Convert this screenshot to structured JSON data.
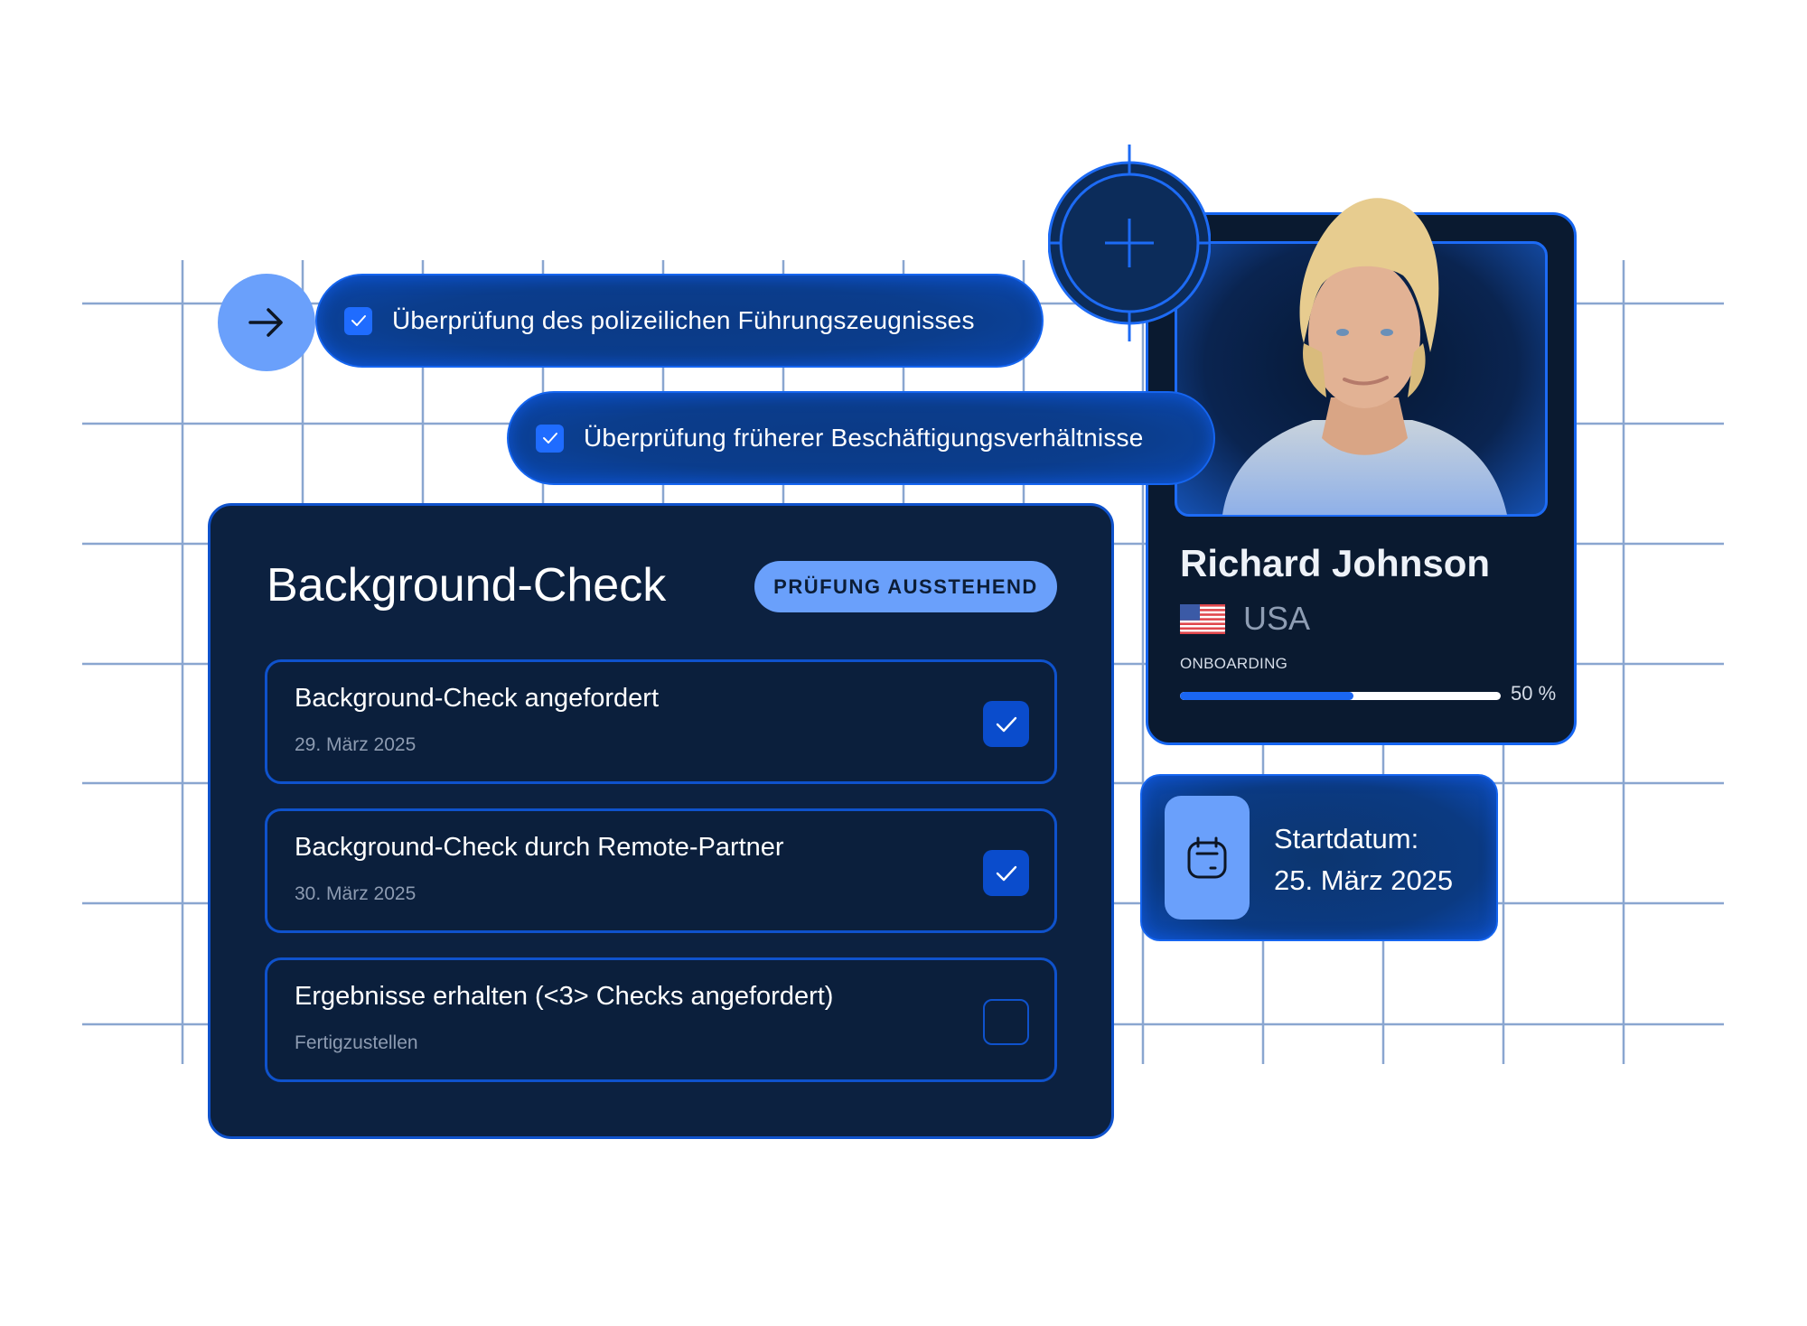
{
  "colors": {
    "accent": "#1565f0",
    "light_accent": "#6aa0fb",
    "card_bg": "#0c2140",
    "profile_bg": "#0a1a30",
    "grid_line": "#8aa6d0"
  },
  "flow": {
    "arrow_icon": "arrow-right-icon",
    "checks": [
      {
        "label": "Überprüfung des polizeilichen Führungszeugnisses",
        "checked": true
      },
      {
        "label": "Überprüfung früherer Beschäftigungsverhältnisse",
        "checked": true
      }
    ]
  },
  "crosshair": {
    "icon": "plus-icon"
  },
  "profile": {
    "name": "Richard Johnson",
    "country": "USA",
    "flag_icon": "us-flag-icon",
    "status_label": "ONBOARDING",
    "progress_percent": 50,
    "progress_label": "50 %"
  },
  "start": {
    "icon": "calendar-icon",
    "label": "Startdatum:",
    "date": "25. März 2025"
  },
  "background_check": {
    "title": "Background-Check",
    "badge": "PRÜFUNG AUSSTEHEND",
    "items": [
      {
        "title": "Background-Check angefordert",
        "subtitle": "29. März 2025",
        "checked": true
      },
      {
        "title": "Background-Check durch Remote-Partner",
        "subtitle": "30. März 2025",
        "checked": true
      },
      {
        "title": "Ergebnisse erhalten (<3> Checks angefordert)",
        "subtitle": "Fertigzustellen",
        "checked": false
      }
    ]
  }
}
